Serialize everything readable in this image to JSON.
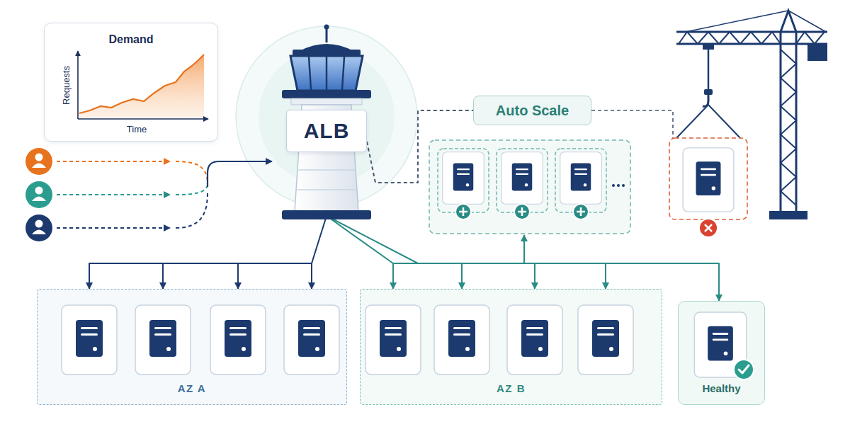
{
  "diagram": {
    "nodes": [
      {
        "text": [
          "Demand",
          "Requests",
          "Time"
        ]
      },
      {
        "text": [
          "ALB"
        ]
      },
      {
        "text": [
          "Auto Scale"
        ]
      },
      {
        "text": [
          "AZ A"
        ]
      },
      {
        "text": [
          "AZ B"
        ]
      },
      {
        "text": [
          "Healthy"
        ]
      }
    ],
    "edges": [
      {
        "from": 1,
        "to": 3,
        "arrow": "to"
      },
      {
        "from": 1,
        "to": 4,
        "arrow": "to"
      },
      {
        "from": 1,
        "to": 5,
        "arrow": "to"
      },
      {
        "from": 1,
        "to": 2,
        "arrow": "none"
      }
    ]
  }
}
